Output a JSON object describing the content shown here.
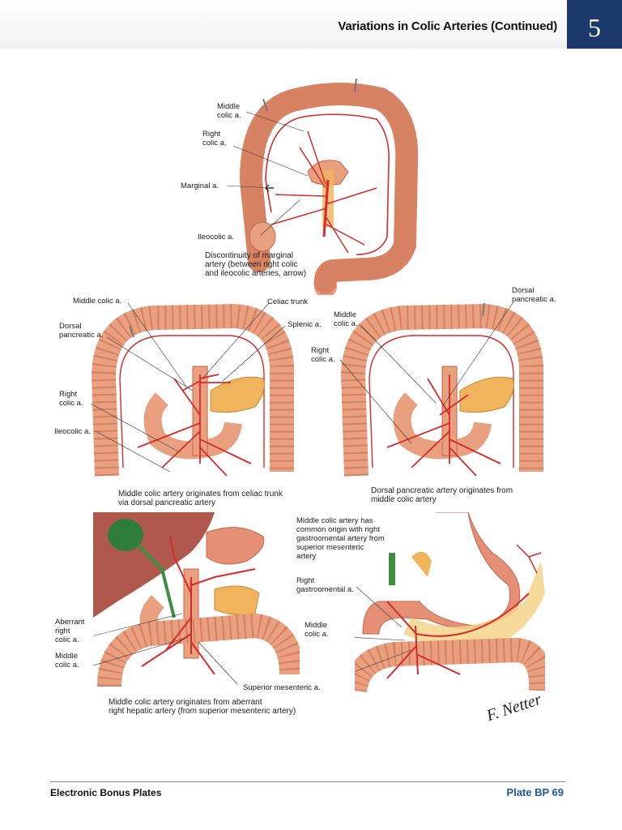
{
  "header": {
    "title": "Variations in Colic Arteries (Continued)",
    "chapter": "5"
  },
  "figure_top": {
    "labels": {
      "middle_colic": "Middle\ncolic a.",
      "right_colic": "Right\ncolic a.",
      "marginal": "Marginal a.",
      "ileocolic": "Ileocolic a."
    },
    "caption": "Discontinuity of marginal\nartery (between right colic\nand ileocolic arteries, arrow)"
  },
  "figure_mid_left": {
    "labels": {
      "middle_colic": "Middle colic a.",
      "celiac": "Celiac trunk",
      "dorsal_pancreatic": "Dorsal\npancreatic a.",
      "splenic": "Splenic a.",
      "right_colic": "Right\ncolic a.",
      "ileocolic": "Ileocolic a."
    },
    "caption": "Middle colic artery originates from celiac trunk\nvia dorsal pancreatic artery"
  },
  "figure_mid_right": {
    "labels": {
      "dorsal_pancreatic": "Dorsal\npancreatic a.",
      "middle_colic": "Middle\ncolic a.",
      "right_colic": "Right\ncolic a."
    },
    "caption": "Dorsal pancreatic artery originates from\nmiddle colic artery"
  },
  "figure_bottom_left": {
    "labels": {
      "aberrant_right_colic": "Aberrant\nright\ncolic a.",
      "middle_colic": "Middle\ncolic a.",
      "superior_mesenteric": "Superior mesenteric a."
    },
    "caption": "Middle colic artery originates from aberrant\nright hepatic artery (from superior mesenteric artery)"
  },
  "figure_bottom_right": {
    "labels": {
      "common_origin": "Middle colic artery has\ncommon origin with right\ngastroomental artery from\nsuperior mesenteric\nartery",
      "right_gastroomental": "Right\ngastroomental a.",
      "middle_colic": "Middle\ncolic a."
    }
  },
  "footer": {
    "left": "Electronic Bonus Plates",
    "right": "Plate BP 69"
  },
  "colors": {
    "colon": "#e9a07f",
    "colon_dark": "#c8644a",
    "artery": "#d62b2b",
    "pancreas": "#f0b45c",
    "liver": "#a7463a",
    "gallbladder": "#2f7d3a",
    "stomach": "#e58f75",
    "fat": "#f4d38a",
    "header_box": "#1b3a6b",
    "footer_accent": "#1b5aa0"
  }
}
